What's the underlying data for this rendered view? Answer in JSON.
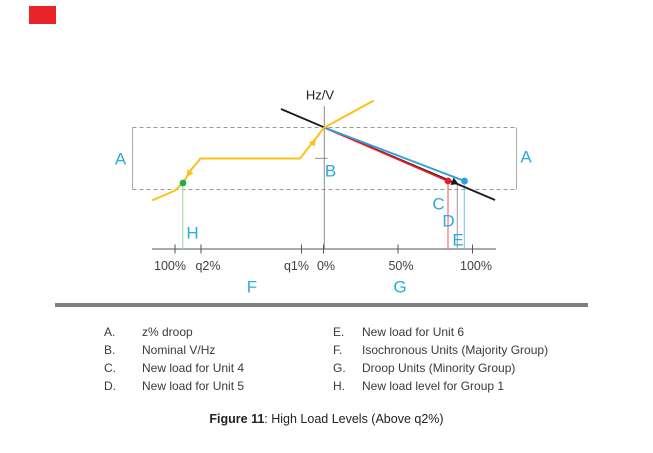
{
  "annotation_marker": {
    "color": "#e8232a",
    "style": "background:#e8232a"
  },
  "diagram": {
    "axis_label": "Hz/V",
    "x_tick_labels": [
      "100%",
      "q2%",
      "q1%",
      "0%",
      "50%",
      "100%"
    ],
    "callouts": {
      "a_left": "A",
      "a_right": "A",
      "b": "B",
      "c": "C",
      "d": "D",
      "e": "E",
      "f": "F",
      "g": "G",
      "h": "H"
    },
    "curves": {
      "yellow": "isochronous units characteristic with operating-point arrows",
      "black": "droop line (z% droop) with arrowhead at new operating point",
      "red": "droop line ending at new load for Unit 4",
      "blue": "droop line ending at new load for Unit 6",
      "green_dot": "new load level for Group 1"
    },
    "colors": {
      "callout": "#29abe2",
      "isochronous_yellow": "#fcc018",
      "droop_black": "#1a1a1a",
      "unit4_red": "#ec1c24",
      "unit6_blue": "#2b9fe0",
      "group1_green": "#2ba84a",
      "axis_gray": "#8a8a8a",
      "divider_gray": "#7f7f7f"
    }
  },
  "legend": {
    "items": [
      {
        "key": "A.",
        "label": "z% droop"
      },
      {
        "key": "B.",
        "label": "Nominal V/Hz"
      },
      {
        "key": "C.",
        "label": "New load for Unit 4"
      },
      {
        "key": "D.",
        "label": "New load for Unit 5"
      },
      {
        "key": "E.",
        "label": "New load for Unit 6"
      },
      {
        "key": "F.",
        "label": "Isochronous Units (Majority Group)"
      },
      {
        "key": "G.",
        "label": "Droop Units (Minority Group)"
      },
      {
        "key": "H.",
        "label": "New load level for Group 1"
      }
    ]
  },
  "caption": {
    "figure": "Figure 11",
    "text": ": High Load Levels (Above q2%)"
  }
}
